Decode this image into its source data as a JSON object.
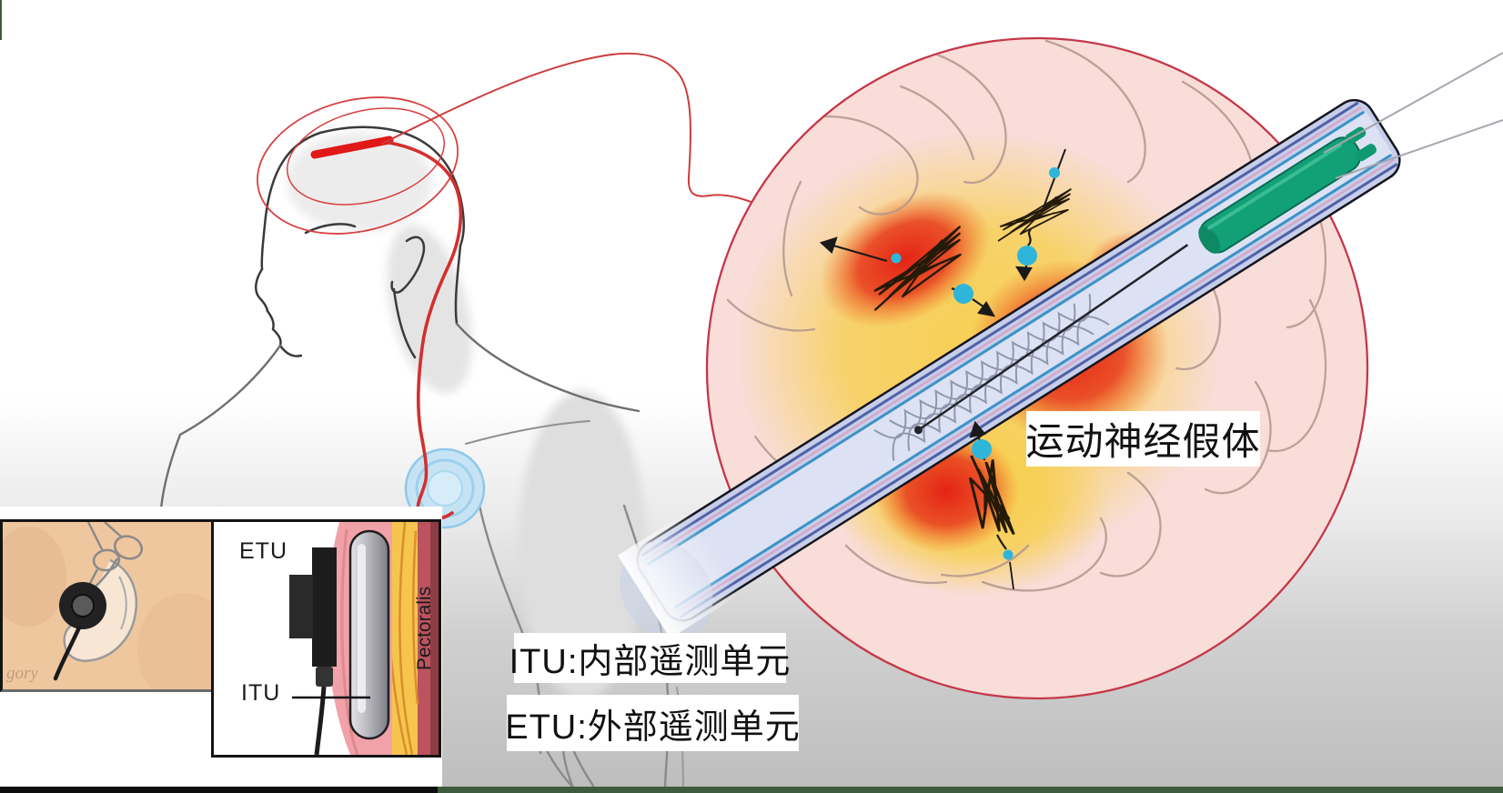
{
  "labels": {
    "motor_prosthesis": "运动神经假体",
    "itu_definition": "ITU:内部遥测单元",
    "etu_definition": "ETU:外部遥测单元"
  },
  "inset": {
    "etu_label": "ETU",
    "itu_label": "ITU",
    "muscle_label": "Pectoralis",
    "watermark": "gory"
  },
  "icons": {
    "scissors_icon": "surgical-clamp",
    "coil_icon": "external-telemetry-coil",
    "spike_train_icon": "neural-signal-scribble",
    "arrow_icon": "signal-direction-arrow"
  },
  "colors": {
    "wire_red": "#d32f2f",
    "brain_outline_red": "#c53648",
    "brain_fill_pink": "#f8ddd8",
    "heat_yellow": "#f7cf4e",
    "heat_red": "#e42315",
    "vessel_lavender": "#c6cee8",
    "catheter_green": "#12a077",
    "signal_cyan": "#2eb6da",
    "chest_coil_blue": "#bfe1f4",
    "muscle_red": "#bb545e",
    "fat_yellow": "#f6c54d",
    "progress_green": "#3d5c3d"
  }
}
